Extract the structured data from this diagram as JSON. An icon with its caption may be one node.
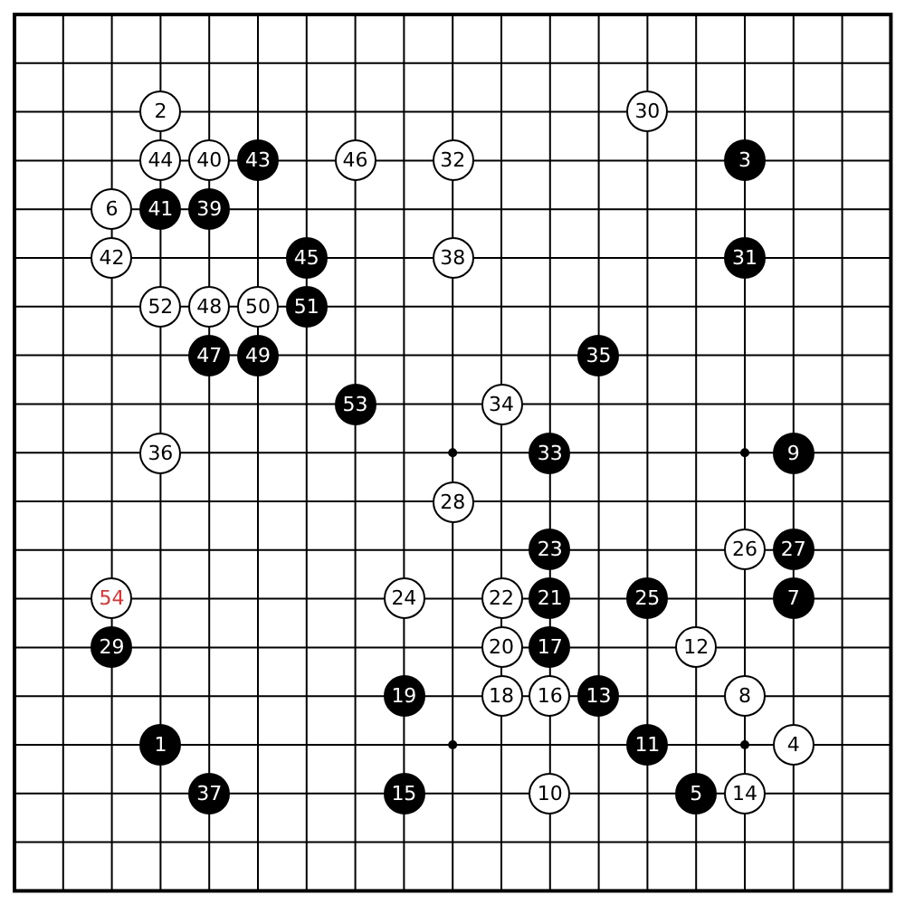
{
  "diagram": {
    "nodes": [
      {
        "text": [
          "1"
        ]
      },
      {
        "text": [
          "2"
        ]
      },
      {
        "text": [
          "3"
        ]
      },
      {
        "text": [
          "4"
        ]
      },
      {
        "text": [
          "5"
        ]
      },
      {
        "text": [
          "6"
        ]
      },
      {
        "text": [
          "7"
        ]
      },
      {
        "text": [
          "8"
        ]
      },
      {
        "text": [
          "9"
        ]
      },
      {
        "text": [
          "10"
        ]
      },
      {
        "text": [
          "11"
        ]
      },
      {
        "text": [
          "12"
        ]
      },
      {
        "text": [
          "13"
        ]
      },
      {
        "text": [
          "14"
        ]
      },
      {
        "text": [
          "15"
        ]
      },
      {
        "text": [
          "16"
        ]
      },
      {
        "text": [
          "17"
        ]
      },
      {
        "text": [
          "18"
        ]
      },
      {
        "text": [
          "19"
        ]
      },
      {
        "text": [
          "20"
        ]
      },
      {
        "text": [
          "21"
        ]
      },
      {
        "text": [
          "22"
        ]
      },
      {
        "text": [
          "23"
        ]
      },
      {
        "text": [
          "24"
        ]
      },
      {
        "text": [
          "25"
        ]
      },
      {
        "text": [
          "26"
        ]
      },
      {
        "text": [
          "27"
        ]
      },
      {
        "text": [
          "28"
        ]
      },
      {
        "text": [
          "29"
        ]
      },
      {
        "text": [
          "30"
        ]
      },
      {
        "text": [
          "31"
        ]
      },
      {
        "text": [
          "32"
        ]
      },
      {
        "text": [
          "33"
        ]
      },
      {
        "text": [
          "34"
        ]
      },
      {
        "text": [
          "35"
        ]
      },
      {
        "text": [
          "36"
        ]
      },
      {
        "text": [
          "37"
        ]
      },
      {
        "text": [
          "38"
        ]
      },
      {
        "text": [
          "39"
        ]
      },
      {
        "text": [
          "40"
        ]
      },
      {
        "text": [
          "41"
        ]
      },
      {
        "text": [
          "42"
        ]
      },
      {
        "text": [
          "43"
        ]
      },
      {
        "text": [
          "44"
        ]
      },
      {
        "text": [
          "45"
        ]
      },
      {
        "text": [
          "46"
        ]
      },
      {
        "text": [
          "47"
        ]
      },
      {
        "text": [
          "48"
        ]
      },
      {
        "text": [
          "49"
        ]
      },
      {
        "text": [
          "50"
        ]
      },
      {
        "text": [
          "51"
        ]
      },
      {
        "text": [
          "52"
        ]
      },
      {
        "text": [
          "53"
        ]
      },
      {
        "text": [
          "54"
        ]
      }
    ]
  }
}
